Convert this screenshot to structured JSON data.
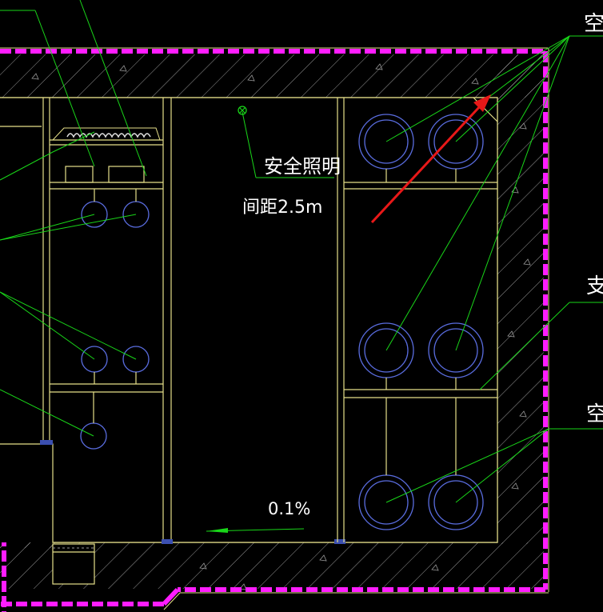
{
  "labels": {
    "safety_lighting": "安全照明",
    "spacing": "间距2.5m",
    "slope": "0.1%",
    "right_top": "空",
    "right_mid": "支",
    "right_low": "空"
  },
  "colors": {
    "background": "#000000",
    "wall_outline": "#e6e08a",
    "leader": "#19d619",
    "pipe": "#5a6de0",
    "waterproof": "#ff1dff",
    "arrow": "#e81818",
    "text": "#ffffff"
  }
}
